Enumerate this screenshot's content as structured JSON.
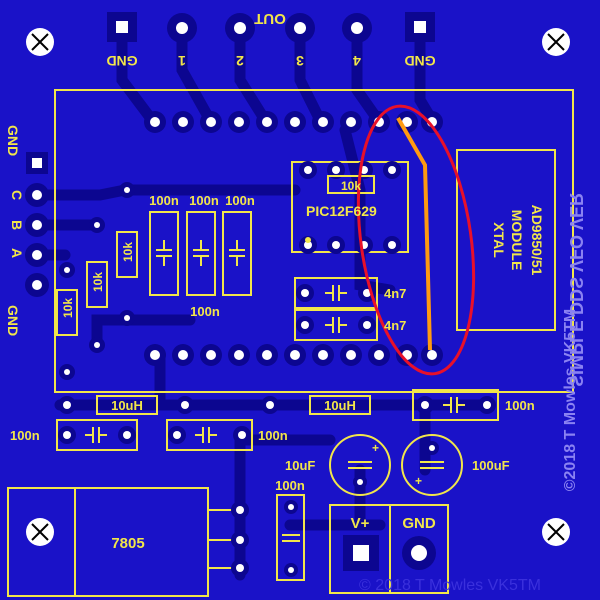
{
  "header": {
    "out_label": "OUT",
    "pins": [
      "GND",
      "1",
      "2",
      "3",
      "4",
      "GND"
    ]
  },
  "left_pins": {
    "gnd_top": "GND",
    "c": "C",
    "b": "B",
    "a": "A",
    "gnd_bottom": "GND"
  },
  "components": {
    "chip": "PIC12F629",
    "r_top": "10k",
    "r_left1": "10k",
    "r_left2": "10k",
    "r_left3": "10k",
    "c_a": "100n",
    "c_b": "100n",
    "c_c": "100n",
    "c_d": "100n",
    "c_4n7_a": "4n7",
    "c_4n7_b": "4n7",
    "l1": "10uH",
    "l2": "10uH",
    "c_r1": "100n",
    "c_left": "100n",
    "c_mid": "100n",
    "c_right": "100n",
    "c_small": "100n",
    "e1": "10uF",
    "e2": "100uF",
    "regulator": "7805",
    "vplus": "V+",
    "gnd_pwr": "GND"
  },
  "module": {
    "line1": "AD9850/51",
    "line2": "MODULE",
    "line3": "XTAL"
  },
  "mirror_text": "SIMPLE DDS VFO VER",
  "copyright": "©2018 T Mowles VK5TM",
  "copyright_bottom": "© 2018 T Mowles VK5TM"
}
